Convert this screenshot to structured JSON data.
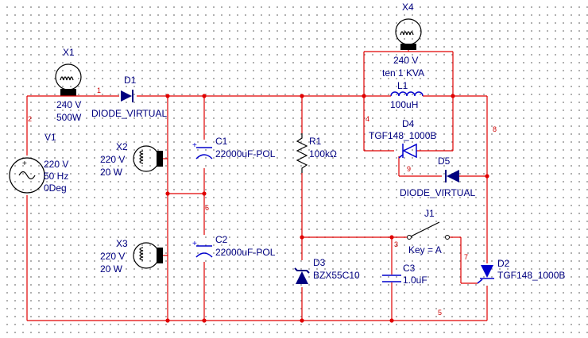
{
  "components": {
    "X1": {
      "ref": "X1",
      "voltage": "240 V",
      "power": "500W"
    },
    "X2": {
      "ref": "X2",
      "voltage": "220 V",
      "power": "20 W"
    },
    "X3": {
      "ref": "X3",
      "voltage": "220 V",
      "power": "20 W"
    },
    "X4": {
      "ref": "X4",
      "voltage": "240 V",
      "power": "ten 1 KVA"
    },
    "V1": {
      "ref": "V1",
      "voltage": "220 V",
      "frequency": "50 Hz",
      "phase": "0Deg"
    },
    "D1": {
      "ref": "D1",
      "model": "DIODE_VIRTUAL"
    },
    "D2": {
      "ref": "D2",
      "model": "TGF148_1000B"
    },
    "D3": {
      "ref": "D3",
      "model": "BZX55C10"
    },
    "D4": {
      "ref": "D4",
      "model": "TGF148_1000B"
    },
    "D5": {
      "ref": "D5",
      "model": "DIODE_VIRTUAL"
    },
    "C1": {
      "ref": "C1",
      "value": "22000uF-POL"
    },
    "C2": {
      "ref": "C2",
      "value": "22000uF-POL"
    },
    "C3": {
      "ref": "C3",
      "value": "1.0uF"
    },
    "R1": {
      "ref": "R1",
      "value": "100kΩ"
    },
    "L1": {
      "ref": "L1",
      "value": "100uH"
    },
    "J1": {
      "ref": "J1",
      "key": "Key = A"
    }
  },
  "nets": [
    "1",
    "2",
    "3",
    "4",
    "5",
    "6",
    "7",
    "8",
    "9"
  ],
  "colors": {
    "wire": "#e00000",
    "label": "#000080",
    "component": "#0000cc",
    "net_label": "#cc0000",
    "grid_dot": "#9a9a9a"
  }
}
